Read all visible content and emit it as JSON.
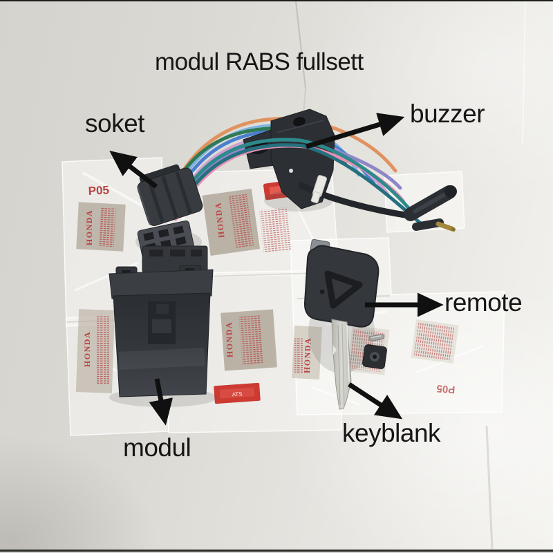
{
  "title": "modul RABS fullsett",
  "labels": {
    "soket": "soket",
    "buzzer": "buzzer",
    "remote": "remote",
    "keyblank": "keyblank",
    "modul": "modul"
  },
  "bag": {
    "brand": "HONDA",
    "code": "P05",
    "sticker": "ATS"
  },
  "colors": {
    "paper": "#dedcd6",
    "annotation_text": "#161616",
    "arrow": "#101010",
    "honda_red": "#b94343",
    "sticker_red": "#cc3a32",
    "part_dark": "#2e3136",
    "blade_silver": "#c7c7c1",
    "brass": "#a3873d",
    "bag_white": "#fbfbf9"
  },
  "wires": [
    "#e0925f",
    "#7fb3de",
    "#4a7fd0",
    "#2f7a55",
    "#cfa0cf",
    "#8f86c8",
    "#e78fb3",
    "#2c8a8a",
    "#24707e"
  ]
}
